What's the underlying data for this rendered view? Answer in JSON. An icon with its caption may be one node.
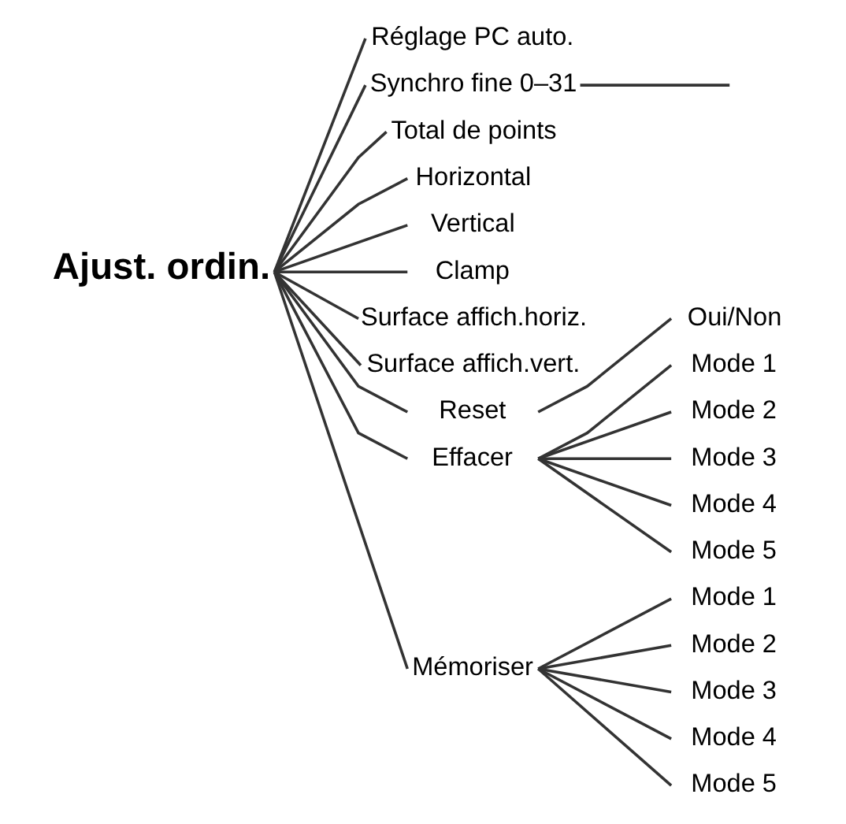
{
  "diagram": {
    "nodes": [
      {
        "text": [
          "Ajust. ordin."
        ]
      },
      {
        "text": [
          "Réglage PC auto."
        ]
      },
      {
        "text": [
          "Synchro fine 0–31"
        ]
      },
      {
        "text": [
          "Total de points"
        ]
      },
      {
        "text": [
          "Horizontal"
        ]
      },
      {
        "text": [
          "Vertical"
        ]
      },
      {
        "text": [
          "Clamp"
        ]
      },
      {
        "text": [
          "Surface affich.horiz."
        ]
      },
      {
        "text": [
          "Surface affich.vert."
        ]
      },
      {
        "text": [
          "Reset"
        ]
      },
      {
        "text": [
          "Effacer"
        ]
      },
      {
        "text": [
          "Mémoriser"
        ]
      },
      {
        "text": [
          "Oui/Non"
        ]
      },
      {
        "text": [
          "Mode 1"
        ]
      },
      {
        "text": [
          "Mode 2"
        ]
      },
      {
        "text": [
          "Mode 3"
        ]
      },
      {
        "text": [
          "Mode 4"
        ]
      },
      {
        "text": [
          "Mode 5"
        ]
      },
      {
        "text": [
          "Mode 1"
        ]
      },
      {
        "text": [
          "Mode 2"
        ]
      },
      {
        "text": [
          "Mode 3"
        ]
      },
      {
        "text": [
          "Mode 4"
        ]
      },
      {
        "text": [
          "Mode 5"
        ]
      }
    ],
    "edges": [
      {
        "from": 0,
        "to": 1,
        "arrow": "none"
      },
      {
        "from": 0,
        "to": 2,
        "arrow": "none"
      },
      {
        "from": 0,
        "to": 3,
        "arrow": "none"
      },
      {
        "from": 0,
        "to": 4,
        "arrow": "none"
      },
      {
        "from": 0,
        "to": 5,
        "arrow": "none"
      },
      {
        "from": 0,
        "to": 6,
        "arrow": "none"
      },
      {
        "from": 0,
        "to": 7,
        "arrow": "none"
      },
      {
        "from": 0,
        "to": 8,
        "arrow": "none"
      },
      {
        "from": 0,
        "to": 9,
        "arrow": "none"
      },
      {
        "from": 0,
        "to": 10,
        "arrow": "none"
      },
      {
        "from": 0,
        "to": 11,
        "arrow": "none"
      },
      {
        "from": 2,
        "to": null,
        "arrow": "none"
      },
      {
        "from": 9,
        "to": 12,
        "arrow": "none"
      },
      {
        "from": 10,
        "to": 13,
        "arrow": "none"
      },
      {
        "from": 10,
        "to": 14,
        "arrow": "none"
      },
      {
        "from": 10,
        "to": 15,
        "arrow": "none"
      },
      {
        "from": 10,
        "to": 16,
        "arrow": "none"
      },
      {
        "from": 10,
        "to": 17,
        "arrow": "none"
      },
      {
        "from": 11,
        "to": 18,
        "arrow": "none"
      },
      {
        "from": 11,
        "to": 19,
        "arrow": "none"
      },
      {
        "from": 11,
        "to": 20,
        "arrow": "none"
      },
      {
        "from": 11,
        "to": 21,
        "arrow": "none"
      },
      {
        "from": 11,
        "to": 22,
        "arrow": "none"
      }
    ]
  }
}
